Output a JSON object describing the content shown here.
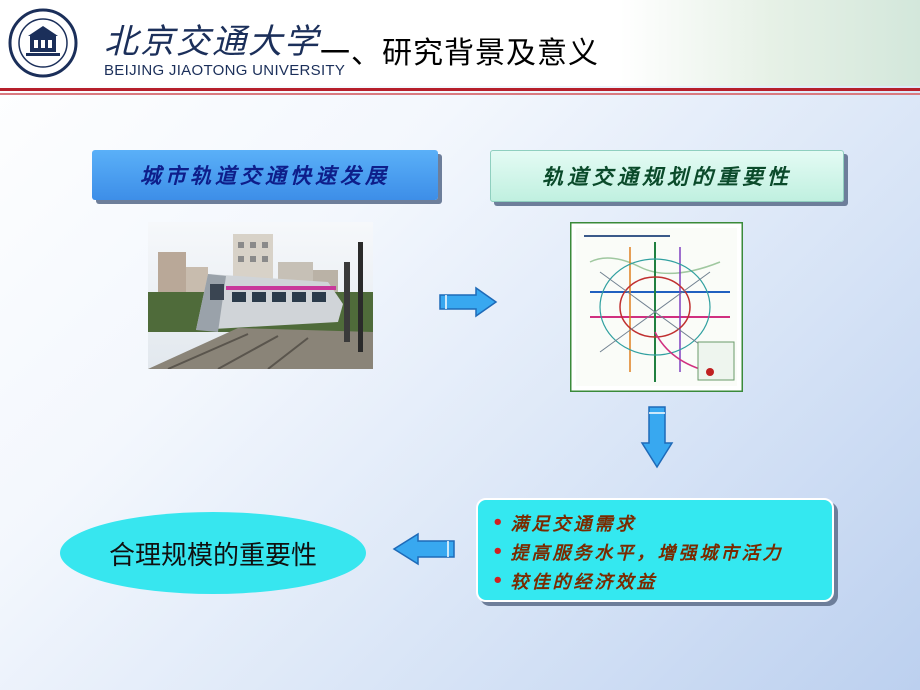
{
  "header": {
    "university_cn": "北京交通大学",
    "university_en": "BEIJING JIAOTONG UNIVERSITY",
    "title": "一、研究背景及意义"
  },
  "boxes": {
    "left": "城市轨道交通快速发展",
    "right": "轨道交通规划的重要性"
  },
  "benefits": [
    "满足交通需求",
    "提高服务水平，增强城市活力",
    "较佳的经济效益"
  ],
  "conclusion": "合理规模的重要性",
  "colors": {
    "accent_red": "#b61f2b",
    "box_blue": "#3d8ee8",
    "box_mint": "#c0f0e0",
    "cyan": "#34e8f0",
    "arrow_blue": "#2f8fe8"
  }
}
